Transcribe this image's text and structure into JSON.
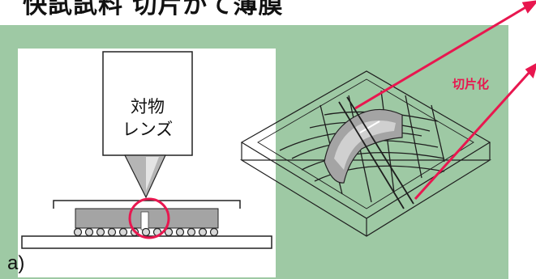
{
  "title": "快試試料 切片がて薄膜",
  "panel_label": "a)",
  "lens_label_line1": "対物",
  "lens_label_line2": "レンズ",
  "slice_label": "切片化",
  "colors": {
    "background_green": "#9ec9a4",
    "accent_red": "#e8174f",
    "sample_gray": "#a4a4a4",
    "line_dark": "#222222"
  }
}
